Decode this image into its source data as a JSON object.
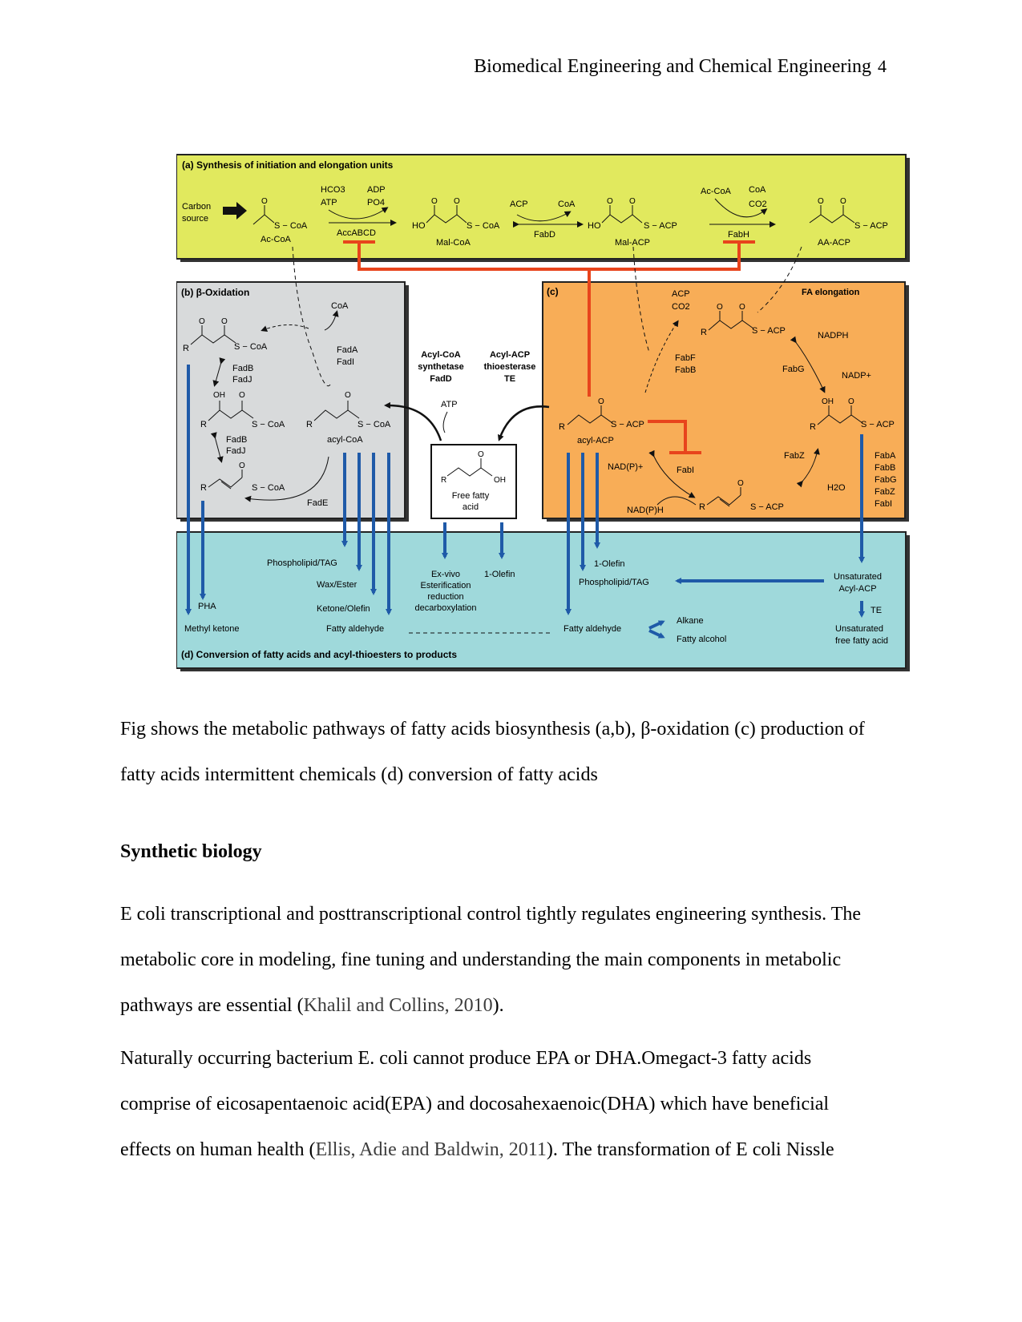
{
  "header": {
    "title": "Biomedical Engineering and Chemical Engineering",
    "page": "4"
  },
  "figure": {
    "panel_a": {
      "title": "(a) Synthesis of initiation and elongation units",
      "carbon_source_1": "Carbon",
      "carbon_source_2": "source",
      "ac_coa": "Ac-CoA",
      "s_coa": "S − CoA",
      "hco3": "HCO3",
      "atp": "ATP",
      "adp": "ADP",
      "po4": "PO4",
      "accabcd": "AccABCD",
      "ho": "HO",
      "mal_coa": "Mal-CoA",
      "acp": "ACP",
      "coa": "CoA",
      "fabd": "FabD",
      "s_acp": "S − ACP",
      "mal_acp": "Mal-ACP",
      "ac_coa2": "Ac-CoA",
      "coa2": "CoA",
      "co2": "CO2",
      "fabh": "FabH",
      "aa_acp": "AA-ACP",
      "o": "O"
    },
    "panel_b": {
      "title": "(b)  β-Oxidation",
      "coa": "CoA",
      "r": "R",
      "s_coa": "S − CoA",
      "fadb_fadj_1": "FadB",
      "fadb_fadj_2": "FadJ",
      "fada": "FadA",
      "fadi": "FadI",
      "oh": "OH",
      "acyl_coa": "acyl-CoA",
      "fade": "FadE",
      "o": "O"
    },
    "middle": {
      "acs_1": "Acyl-CoA",
      "acs_2": "synthetase",
      "acs_3": "FadD",
      "te_1": "Acyl-ACP",
      "te_2": "thioesterase",
      "te_3": "TE",
      "atp": "ATP",
      "ffa_1": "Free fatty",
      "ffa_2": "acid",
      "oh": "OH",
      "r": "R",
      "o": "O"
    },
    "panel_c": {
      "title": "(c)",
      "fa_elongation": "FA elongation",
      "acp": "ACP",
      "co2": "CO2",
      "r": "R",
      "s_acp": "S − ACP",
      "nadph": "NADPH",
      "nadp": "NADP+",
      "fabf": "FabF",
      "fabb": "FabB",
      "fabg": "FabG",
      "oh": "OH",
      "acyl_acp": "acyl-ACP",
      "nadp_h_plus": "NAD(P)+",
      "fabi": "FabI",
      "nadp_h": "NAD(P)H",
      "fabz": "FabZ",
      "h2o": "H2O",
      "fab_list": [
        "FabA",
        "FabB",
        "FabG",
        "FabZ",
        "FabI"
      ],
      "o": "O"
    },
    "panel_d": {
      "title": "(d) Conversion of fatty acids and acyl-thioesters to products",
      "pha": "PHA",
      "methyl_ketone": "Methyl ketone",
      "phospholipid_tag": "Phospholipid/TAG",
      "wax_ester": "Wax/Ester",
      "ketone_olefin": "Ketone/Olefin",
      "fatty_aldehyde": "Fatty aldehyde",
      "exvivo": [
        "Ex-vivo",
        "Esterification",
        "reduction",
        "decarboxylation"
      ],
      "olefin": "1-Olefin",
      "olefin2": "1-Olefin",
      "phospholipid_tag2": "Phospholipid/TAG",
      "fatty_aldehyde2": "Fatty aldehyde",
      "alkane": "Alkane",
      "fatty_alcohol": "Fatty alcohol",
      "unsat_acyl_1": "Unsaturated",
      "unsat_acyl_2": "Acyl-ACP",
      "te": "TE",
      "unsat_ffa_1": "Unsaturated",
      "unsat_ffa_2": "free fatty acid"
    }
  },
  "caption": {
    "line1": "Fig shows the metabolic pathways of fatty acids biosynthesis (a,b), β-oxidation (c) production of",
    "line2": "fatty acids intermittent chemicals (d) conversion of fatty acids"
  },
  "section_heading": "Synthetic biology",
  "para1": {
    "line1": "E coli transcriptional and posttranscriptional control tightly regulates engineering synthesis. The",
    "line2": "metabolic core in modeling, fine tuning and understanding the main components in metabolic",
    "line3_a": "pathways are essential (",
    "line3_cite": "Khalil and Collins, 2010",
    "line3_b": ")."
  },
  "para2": {
    "line1": "Naturally occurring bacterium E. coli cannot produce EPA or DHA.Omegact-3 fatty acids",
    "line2": "comprise of eicosapentaenoic acid(EPA) and docosahexaenoic(DHA) which have beneficial",
    "line3_a": "effects on human health (",
    "line3_cite": "Ellis, Adie and Baldwin, 2011",
    "line3_b": "). The transformation of E coli Nissle"
  }
}
